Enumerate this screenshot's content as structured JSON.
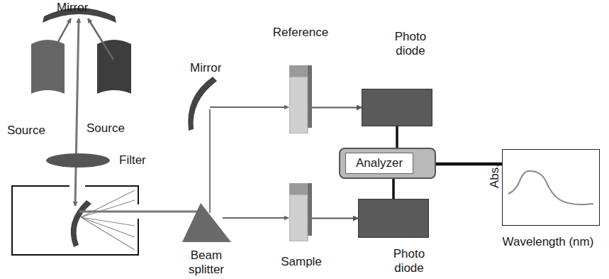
{
  "diagram": {
    "nodes": [
      {
        "text": [
          "Reference"
        ]
      },
      {
        "text": [
          "Photo diode"
        ]
      },
      {
        "text": [
          "Analyzer"
        ]
      },
      {
        "text": [
          "Sample"
        ]
      },
      {
        "text": [
          "Photo diode"
        ]
      },
      {
        "text": [
          "Abs.",
          "Wavelength (nm)"
        ]
      }
    ],
    "edges": [
      {
        "from": 0,
        "to": 1,
        "arrow": "to"
      },
      {
        "from": 3,
        "to": 4,
        "arrow": "to"
      },
      {
        "from": 1,
        "to": 2,
        "arrow": "none"
      },
      {
        "from": 2,
        "to": 4,
        "arrow": "none"
      },
      {
        "from": 2,
        "to": 5,
        "arrow": "none"
      }
    ],
    "labels": [
      "Mirror",
      "Source",
      "Source",
      "Filter",
      "Mirror",
      "Beam splitter"
    ]
  }
}
